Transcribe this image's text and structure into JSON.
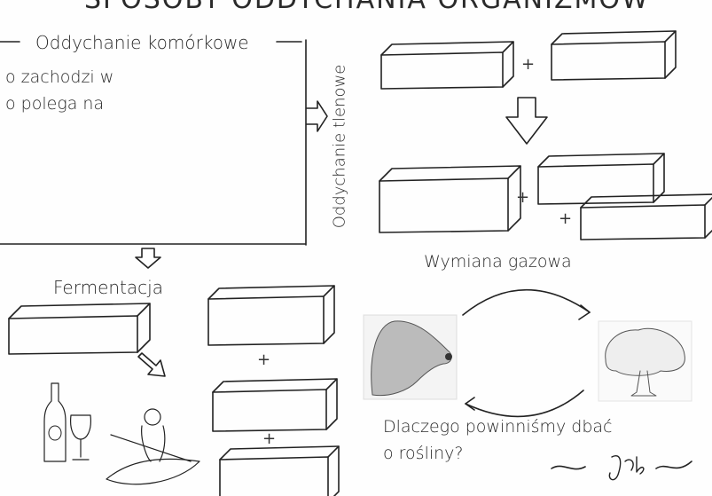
{
  "title": "SPOSOBY ODDYCHANIA ORGANIZMÓW",
  "cellular_respiration": {
    "heading": "Oddychanie komórkowe",
    "bullets": [
      "o zachodzi w",
      "o polega na"
    ]
  },
  "aerobic": {
    "label": "Oddychanie tlenowe",
    "plus": "+"
  },
  "fermentation": {
    "label": "Fermentacja",
    "plus": "+"
  },
  "gas_exchange": {
    "label": "Wymiana gazowa",
    "question_line1": "Dlaczego powinniśmy dbać",
    "question_line2": "o rośliny?"
  },
  "signature": "JPb",
  "icons": [
    "wine-bottle-icon",
    "wine-glass-icon",
    "kayaker-icon",
    "dog-image",
    "tree-image"
  ]
}
